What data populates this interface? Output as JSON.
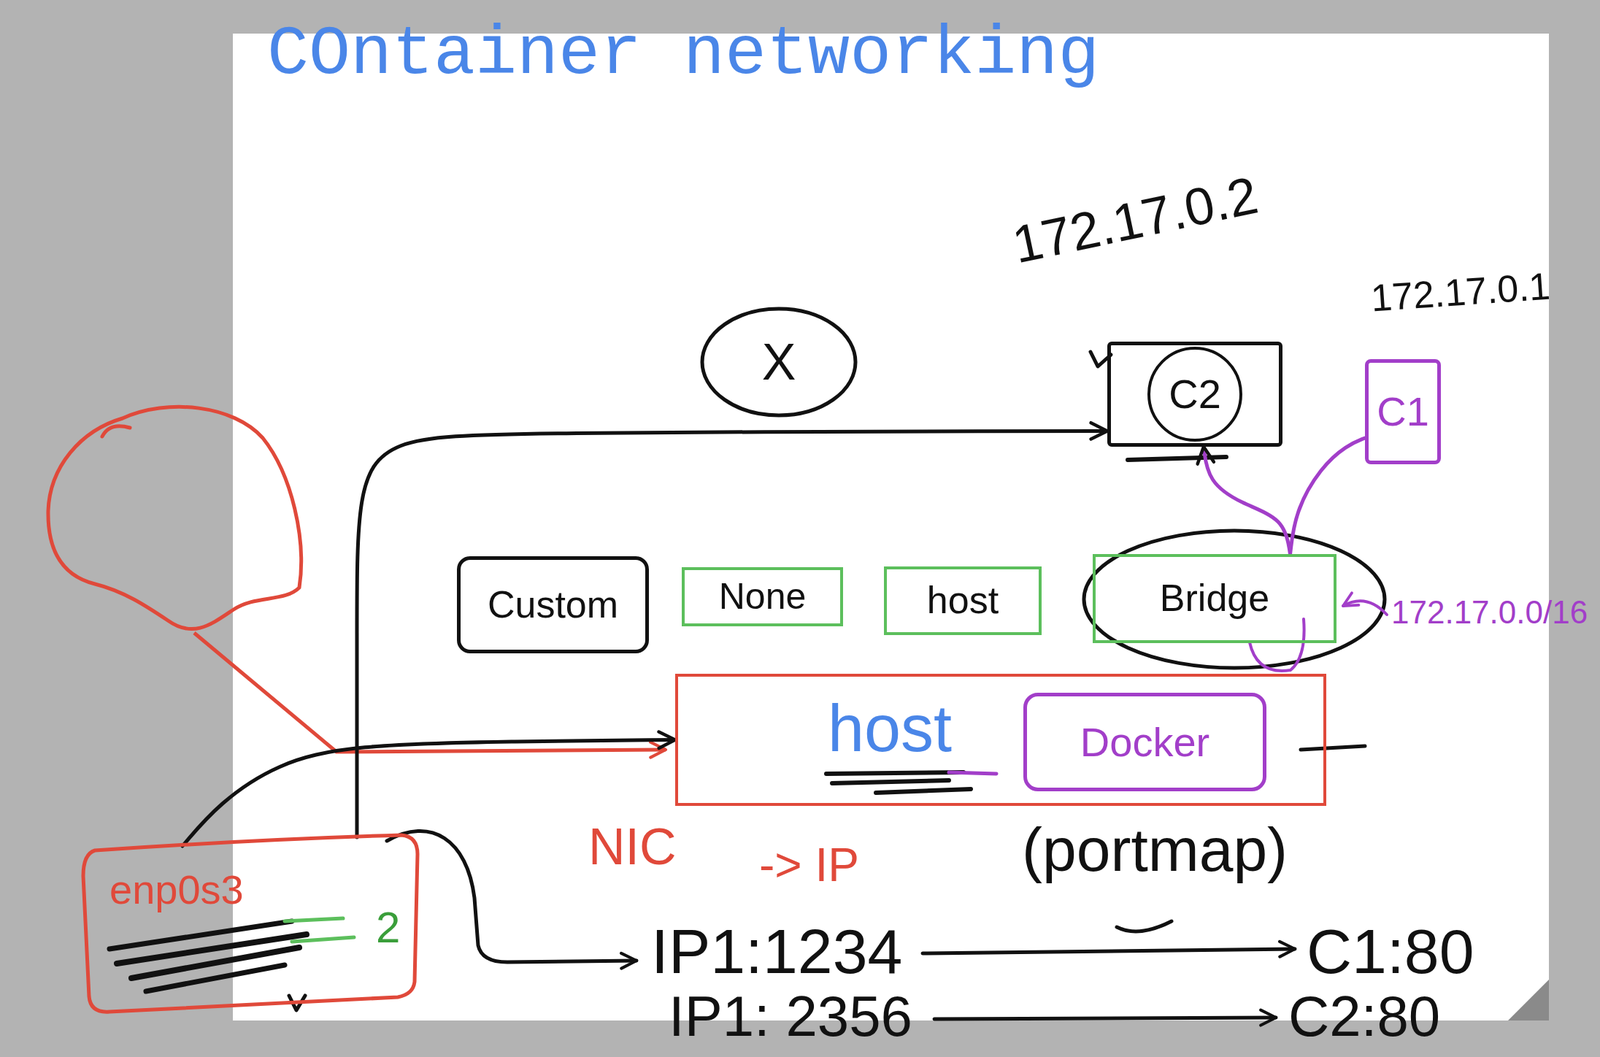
{
  "diagram": {
    "title": "COntainer networking",
    "nodes": [
      {
        "text": [
          "X"
        ]
      },
      {
        "text": [
          "C2"
        ]
      },
      {
        "text": [
          "C1"
        ]
      },
      {
        "text": [
          "Custom"
        ]
      },
      {
        "text": [
          "None"
        ]
      },
      {
        "text": [
          "host"
        ]
      },
      {
        "text": [
          "Bridge"
        ]
      },
      {
        "text": [
          "host"
        ]
      },
      {
        "text": [
          "Docker"
        ],
        "in": 7
      },
      {
        "text": [
          "enp0s3",
          "2"
        ]
      }
    ],
    "edges": [
      {
        "from": 9,
        "to": 1,
        "arrow": "to"
      },
      {
        "from": 9,
        "to": 7,
        "arrow": "to"
      },
      {
        "from": 6,
        "to": 1,
        "arrow": "to"
      },
      {
        "from": 6,
        "to": 2,
        "arrow": "none"
      }
    ],
    "labels": [
      "172.17.0.2",
      "172.17.0.1",
      "172.17.0.0/16",
      "NIC",
      "-> IP",
      "(portmap)",
      "IP1:1234",
      "C1:80",
      "IP1: 2356",
      "C2:80"
    ]
  }
}
